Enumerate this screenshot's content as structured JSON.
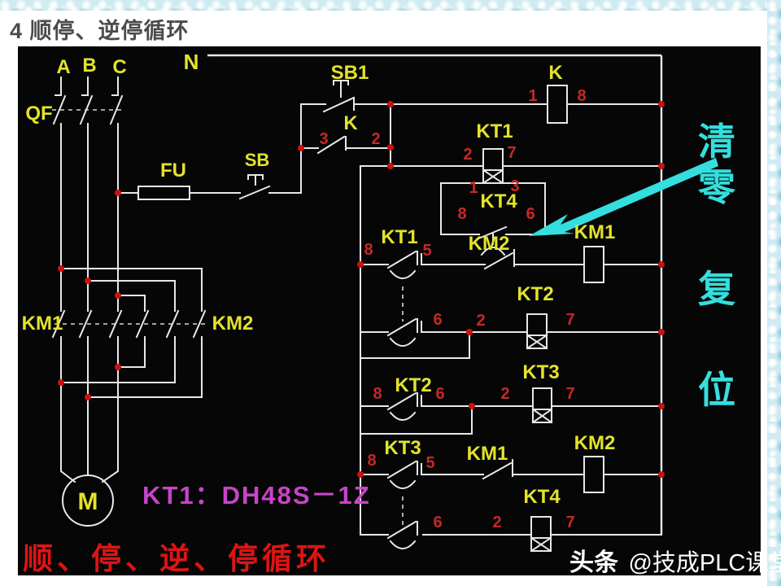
{
  "page": {
    "title": "4 顺停、逆停循环"
  },
  "colors": {
    "label_yellow": "#e3e32a",
    "terminal_red": "#c62828",
    "wire_white": "#e8e8e8",
    "junction_red": "#cc1111",
    "accent_cyan": "#35dede",
    "spec_magenta": "#c844c8",
    "slogan_red": "#de1414",
    "panel_black": "#060606",
    "border_blue": "#cfeaf2"
  },
  "labels": {
    "phase_a": "A",
    "phase_b": "B",
    "phase_c": "C",
    "neutral": "N",
    "qf": "QF",
    "fu": "FU",
    "sb": "SB",
    "sb1": "SB1",
    "k_contact": "K",
    "k_coil": "K",
    "kt1_coil": "KT1",
    "kt4_reset": "KT4",
    "km1_block": "KM1",
    "km2_block": "KM2",
    "kt1_contact": "KT1",
    "km2_nc": "KM2",
    "km1_coil": "KM1",
    "kt2_coil": "KT2",
    "kt2_contact": "KT2",
    "kt3_coil": "KT3",
    "kt3_contact": "KT3",
    "km1_nc": "KM1",
    "km2_coil": "KM2",
    "kt4_coil": "KT4",
    "motor": "M"
  },
  "terminals": {
    "k_contact_3": "3",
    "k_contact_2": "2",
    "k_coil_1": "1",
    "k_coil_8": "8",
    "kt1_coil_2": "2",
    "kt1_coil_7": "7",
    "kt4_reset_1": "1",
    "kt4_reset_3": "3",
    "kt4_reset_8": "8",
    "kt4_reset_6": "6",
    "kt1_contact_8": "8",
    "kt1_contact_5": "5",
    "kt1_contact_6": "6",
    "kt2_coil_2": "2",
    "kt2_coil_7": "7",
    "kt2_contact_8": "8",
    "kt2_contact_6": "6",
    "kt3_coil_2": "2",
    "kt3_coil_7": "7",
    "kt3_contact_8": "8",
    "kt3_contact_5": "5",
    "kt3_contact_6": "6",
    "kt4_coil_2": "2",
    "kt4_coil_7": "7"
  },
  "annotations": {
    "reset_chars": [
      "清",
      "零",
      "复",
      "位"
    ],
    "timer_spec": "KT1：DH48S－1Z",
    "slogan": "顺、停、逆、停循环"
  },
  "watermark": {
    "brand": "头条",
    "handle": "@技成PLC课堂"
  }
}
